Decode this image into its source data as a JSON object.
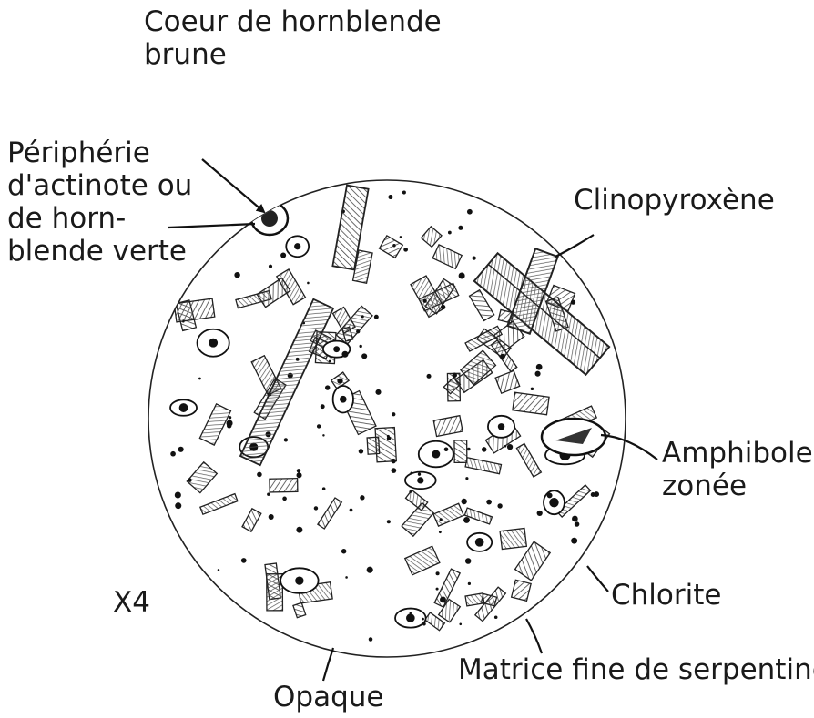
{
  "labels": {
    "coeur": [
      "Coeur de hornblende",
      "brune"
    ],
    "peripherie": [
      "Périphérie",
      "d'actinote ou",
      "de horn-",
      "blende verte"
    ],
    "clinopyroxene": [
      "Clinopyroxène"
    ],
    "amphibole": [
      "Amphibole",
      "zonée"
    ],
    "chlorite": [
      "Chlorite"
    ],
    "matrice": [
      "Matrice fine de serpentine"
    ],
    "opaque": [
      "Opaque"
    ],
    "magnification": [
      "X4"
    ]
  }
}
